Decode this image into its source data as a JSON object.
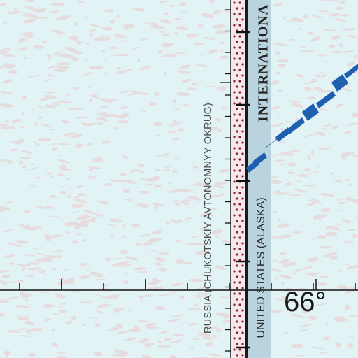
{
  "map": {
    "labels": {
      "russia": "RUSSIA (CHUKOTSKIY AVTONOMNYY OKRUG)",
      "us": "UNITED STATES (ALASKA)",
      "intl_date_line": "INTERNATIONA",
      "latitude": "66°"
    },
    "colors": {
      "sea": "#e2f3f5",
      "ice_texture": "#e6d3d3",
      "boundary_band": "#f5e9ec",
      "boundary_dots": "#8a1f3a",
      "date_line_band": "#b8d3dd",
      "route_line": "#1e5fb0",
      "graticule": "#111111"
    }
  }
}
